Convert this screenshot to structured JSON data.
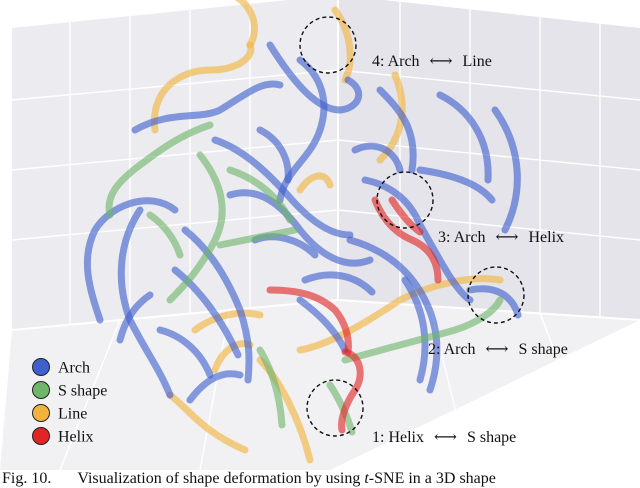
{
  "chart_data": {
    "type": "scatter",
    "title": "",
    "xlabel": "",
    "ylabel": "",
    "grid": true,
    "legend_placement": "bottom-left",
    "series": [
      {
        "name": "Arch",
        "color": "#3f5fcf"
      },
      {
        "name": "S shape",
        "color": "#6fb56a"
      },
      {
        "name": "Line",
        "color": "#f2b33d"
      },
      {
        "name": "Helix",
        "color": "#e02525"
      }
    ],
    "annotations": [
      {
        "label": "4: Arch",
        "arrow": "⟷",
        "target": "Line"
      },
      {
        "label": "3: Arch",
        "arrow": "⟷",
        "target": "Helix"
      },
      {
        "label": "2: Arch",
        "arrow": "⟷",
        "target": "S shape"
      },
      {
        "label": "1: Helix",
        "arrow": "⟷",
        "target": "S shape"
      }
    ]
  },
  "caption": {
    "fig_num": "Fig. 10.",
    "text_before": "Visualization of shape deformation by using ",
    "tsne": "t",
    "text_after": "-SNE in a 3D shape"
  }
}
